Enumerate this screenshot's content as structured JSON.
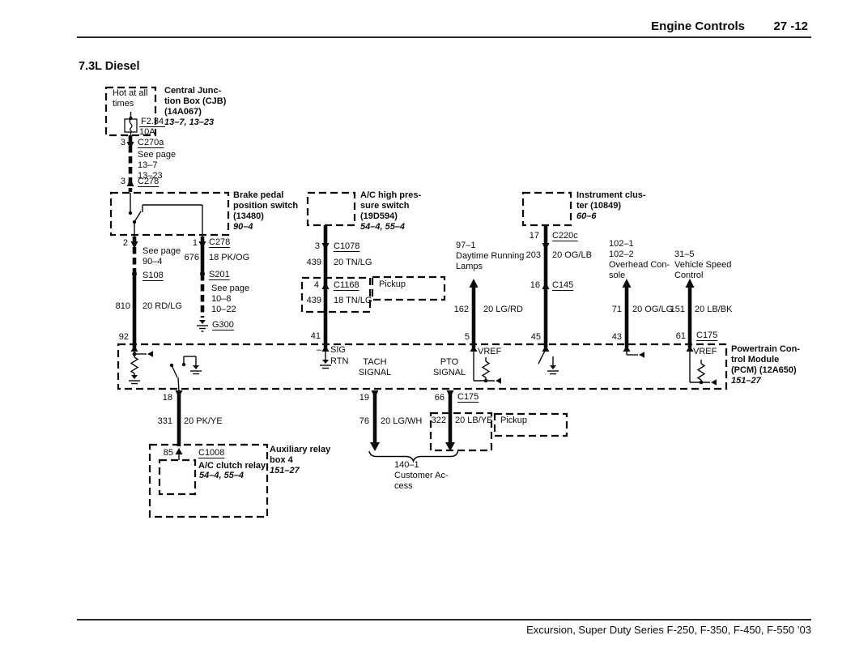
{
  "header": {
    "section": "Engine Controls",
    "page": "27 -12"
  },
  "title": "7.3L Diesel",
  "footer": "Excursion, Super Duty Series F-250, F-350, F-450, F-550 ’03",
  "cjb": {
    "hot": "Hot at all\ntimes",
    "fuse_id": "F2.34",
    "fuse_amps": "10A",
    "name": "Central Junc-\ntion Box (CJB)\n(14A067)",
    "page_ref": "13–7, 13–23",
    "pin_a": "3",
    "connector_a": "C270a",
    "see_page": "See page\n13–7\n13–23",
    "pin_b": "3",
    "connector_b": "C278"
  },
  "brake_switch": {
    "name": "Brake pedal\nposition switch\n(13480)",
    "page_ref": "90–4",
    "pin_left": "2",
    "pin_right": "1",
    "connector_right": "C278",
    "left": {
      "see_page": "See page\n90–4",
      "splice": "S108",
      "circuit": "810",
      "gauge": "20 RD/LG",
      "pcm_pin": "92"
    },
    "right": {
      "circuit": "676",
      "gauge": "18 PK/OG",
      "splice": "S201",
      "see_page": "See page\n10–8\n10–22",
      "ground": "G300"
    }
  },
  "ac_switch": {
    "name": "A/C high pres-\nsure switch\n(19D594)",
    "page_ref": "54–4, 55–4",
    "pin": "3",
    "connector": "C1078",
    "circuit": "439",
    "gauge": "20 TN/LG",
    "pickup_pin": "4",
    "pickup_connector": "C1168",
    "pickup_circuit": "439",
    "pickup_gauge": "18 TN/LG",
    "pickup_label": "Pickup",
    "pcm_pin": "41"
  },
  "drl": {
    "dest": "97–1\nDaytime Running\nLamps",
    "circuit": "162",
    "gauge": "20 LG/RD",
    "pcm_pin": "5"
  },
  "cluster": {
    "name": "Instrument clus-\nter (10849)",
    "page_ref": "60–6",
    "pin_a": "17",
    "connector_a": "C220c",
    "circuit": "203",
    "gauge": "20 OG/LB",
    "pin_b": "16",
    "connector_b": "C145",
    "pcm_pin": "45"
  },
  "console": {
    "dest": "102–1\n102–2\nOverhead Con-\nsole",
    "circuit": "71",
    "gauge": "20 OG/LG",
    "pcm_pin": "43"
  },
  "vsc": {
    "dest": "31–5\nVehicle Speed\nControl",
    "circuit": "151",
    "gauge": "20 LB/BK",
    "pcm_pin": "61",
    "connector": "C175"
  },
  "pcm": {
    "name": "Powertrain Con-\ntrol Module\n(PCM) (12A650)",
    "page_ref": "151–27",
    "sig_minus": "–",
    "sig": "SIG",
    "rtn": "RTN",
    "vref_mid": "VREF",
    "vref_right": "VREF",
    "tach": "TACH\nSIGNAL",
    "pto": "PTO\nSIGNAL"
  },
  "ac_clutch": {
    "pcm_pin": "18",
    "circuit": "331",
    "gauge": "20 PK/YE",
    "pin": "85",
    "connector": "C1008",
    "relay_name": "A/C clutch relay",
    "relay_page_ref": "54–4, 55–4",
    "box_name": "Auxiliary relay\nbox 4",
    "box_page_ref": "151–27"
  },
  "customer": {
    "pin_left": "19",
    "circuit_left": "76",
    "gauge_left": "20 LG/WH",
    "pin_right": "66",
    "connector_right": "C175",
    "circuit_right": "322",
    "gauge_right": "20 LB/YE",
    "pickup_label": "Pickup",
    "dest": "140–1\nCustomer Ac-\ncess"
  }
}
